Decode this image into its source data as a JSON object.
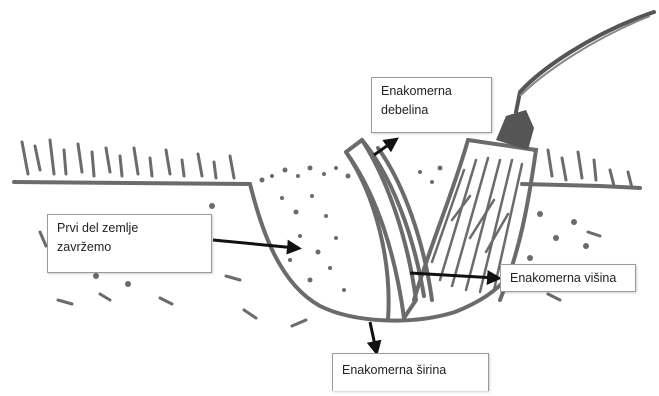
{
  "labels": {
    "debelina": "Enakomerna\ndebelina",
    "prvi_del": "Prvi del zemlje\nzavržemo",
    "visina": "Enakomerna višina",
    "sirina": "Enakomerna širina"
  },
  "colors": {
    "stroke": "#6b6b6b",
    "arrow": "#111111",
    "box_border": "#9a9a9a"
  }
}
